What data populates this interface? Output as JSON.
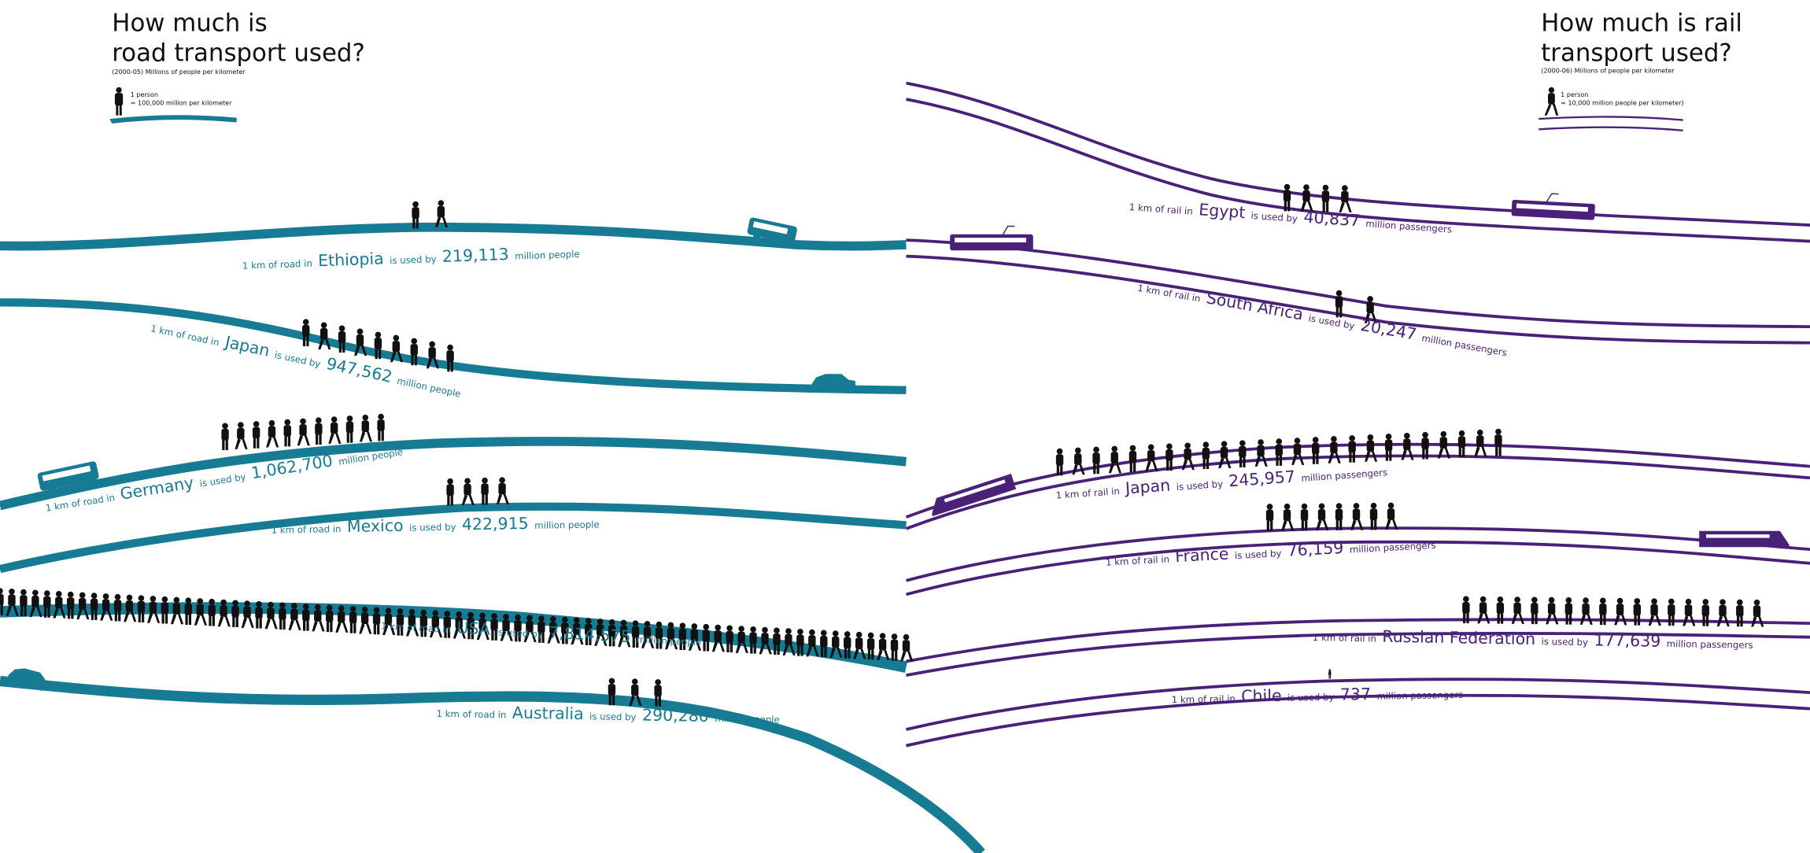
{
  "road": {
    "title_line1": "How much is",
    "title_line2": "road transport used?",
    "subtitle": "(2000-05) Millions of people per kilometer",
    "legend_line1": "1 person",
    "legend_line2": "= 100,000 million per kilometer",
    "color": "#177b93",
    "rows": [
      {
        "prefix": "1 km of road in",
        "country": "Ethiopia",
        "mid": "is used by",
        "value": "219,113",
        "suffix": "million people"
      },
      {
        "prefix": "1 km of road in",
        "country": "Japan",
        "mid": "is used by",
        "value": "947,562",
        "suffix": "million people"
      },
      {
        "prefix": "1 km of road in",
        "country": "Germany",
        "mid": "is used by",
        "value": "1,062,700",
        "suffix": "million people"
      },
      {
        "prefix": "1 km of road in",
        "country": "Mexico",
        "mid": "is used by",
        "value": "422,915",
        "suffix": "million people"
      },
      {
        "prefix": "1 km of road in",
        "country": "USA",
        "mid": "is used by",
        "value": "7,814,575",
        "suffix": "million people"
      },
      {
        "prefix": "1 km of road in",
        "country": "Australia",
        "mid": "is used by",
        "value": "290,280",
        "suffix": "million people"
      }
    ]
  },
  "rail": {
    "title_line1": "How much is rail",
    "title_line2": "transport used?",
    "subtitle": "(2000-06) Millions of people per kilometer",
    "legend_line1": "1 person",
    "legend_line2": "= 10,000 million people per kilometer)",
    "color": "#4a2179",
    "rows": [
      {
        "prefix": "1 km of rail in",
        "country": "Egypt",
        "mid": "is used by",
        "value": "40,837",
        "suffix": "million passengers"
      },
      {
        "prefix": "1 km of rail in",
        "country": "South Africa",
        "mid": "is used by",
        "value": "20,247",
        "suffix": "million passengers"
      },
      {
        "prefix": "1 km of rail in",
        "country": "Japan",
        "mid": "is used by",
        "value": "245,957",
        "suffix": "million passengers"
      },
      {
        "prefix": "1 km of rail in",
        "country": "France",
        "mid": "is used by",
        "value": "76,159",
        "suffix": "million passengers"
      },
      {
        "prefix": "1 km of rail in",
        "country": "Russian Federation",
        "mid": "is used by",
        "value": "177,639",
        "suffix": "million passengers"
      },
      {
        "prefix": "1 km of rail in",
        "country": "Chile",
        "mid": "is used by",
        "value": "737",
        "suffix": "million passengers"
      }
    ]
  },
  "chart_data": [
    {
      "type": "bar",
      "title": "How much is road transport used?",
      "subtitle": "(2000-05) Millions of people per kilometer",
      "unit_per_icon": 100000,
      "categories": [
        "Ethiopia",
        "Japan",
        "Germany",
        "Mexico",
        "USA",
        "Australia"
      ],
      "values": [
        219113,
        947562,
        1062700,
        422915,
        7814575,
        290280
      ]
    },
    {
      "type": "bar",
      "title": "How much is rail transport used?",
      "subtitle": "(2000-06) Millions of people per kilometer",
      "unit_per_icon": 10000,
      "categories": [
        "Egypt",
        "South Africa",
        "Japan",
        "France",
        "Russian Federation",
        "Chile"
      ],
      "values": [
        40837,
        20247,
        245957,
        76159,
        177639,
        737
      ]
    }
  ]
}
